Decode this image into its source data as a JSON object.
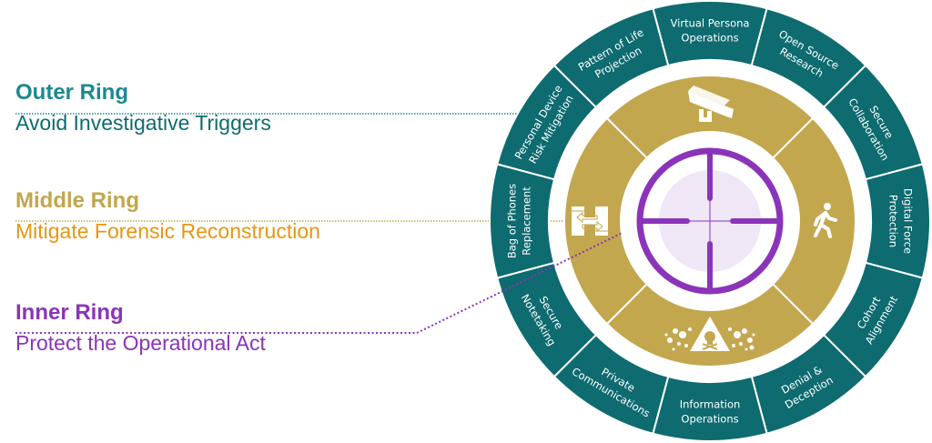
{
  "colors": {
    "teal": "#0e6b70",
    "teal_text": "#1a8a8f",
    "gold": "#c3a74f",
    "gold_title": "#c2a64d",
    "orange": "#e8960f",
    "purple": "#8b34b9",
    "purple_light": "#efe6f6",
    "white": "#ffffff"
  },
  "legend": {
    "outer": {
      "title": "Outer Ring",
      "description": "Avoid Investigative Triggers"
    },
    "middle": {
      "title": "Middle Ring",
      "description": "Mitigate Forensic Reconstruction"
    },
    "inner": {
      "title": "Inner Ring",
      "description": "Protect the Operational Act"
    }
  },
  "outer_ring": {
    "segments": [
      {
        "lines": [
          "Virtual Persona",
          "Operations"
        ]
      },
      {
        "lines": [
          "Open Source",
          "Research"
        ]
      },
      {
        "lines": [
          "Secure",
          "Collaboration"
        ]
      },
      {
        "lines": [
          "Digital Force",
          "Protection"
        ]
      },
      {
        "lines": [
          "Cohort",
          "Alignment"
        ]
      },
      {
        "lines": [
          "Denial &",
          "Deception"
        ]
      },
      {
        "lines": [
          "Information",
          "Operations"
        ]
      },
      {
        "lines": [
          "Private",
          "Communications"
        ]
      },
      {
        "lines": [
          "Secure",
          "Notetaking"
        ]
      },
      {
        "lines": [
          "Bag of Phones",
          "Replacement"
        ]
      },
      {
        "lines": [
          "Personal Device",
          "Risk Mitigation"
        ]
      },
      {
        "lines": [
          "Pattern of Life",
          "Projection"
        ]
      }
    ]
  },
  "middle_ring": {
    "segments": [
      {
        "icon": "security-camera-icon"
      },
      {
        "icon": "walking-person-icon"
      },
      {
        "icon": "hazard-skull-icon"
      },
      {
        "icon": "transfer-arrows-icon"
      }
    ]
  },
  "inner_ring": {
    "icon": "crosshair-icon"
  }
}
